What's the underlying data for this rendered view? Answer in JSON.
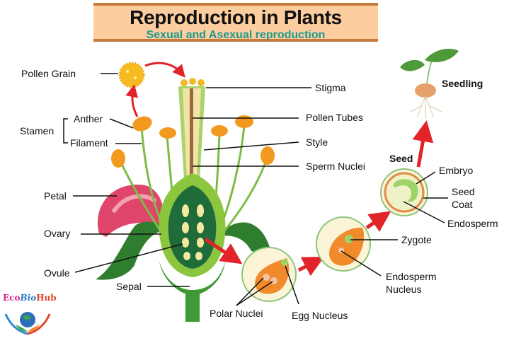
{
  "header": {
    "title": "Reproduction in Plants",
    "subtitle": "Sexual and Asexual reproduction"
  },
  "labels": {
    "pollen_grain": "Pollen Grain",
    "stamen": "Stamen",
    "anther": "Anther",
    "filament": "Filament",
    "petal": "Petal",
    "ovary": "Ovary",
    "ovule": "Ovule",
    "sepal": "Sepal",
    "stigma": "Stigma",
    "pollen_tubes": "Pollen Tubes",
    "style": "Style",
    "sperm_nuclei": "Sperm Nuclei",
    "polar_nuclei": "Polar Nuclei",
    "egg_nucleus": "Egg Nucleus",
    "zygote": "Zygote",
    "endosperm_nucleus_line1": "Endosperm",
    "endosperm_nucleus_line2": "Nucleus",
    "seed": "Seed",
    "embryo": "Embryo",
    "seed_coat_line1": "Seed",
    "seed_coat_line2": "Coat",
    "endosperm": "Endosperm",
    "seedling": "Seedling"
  },
  "logo": {
    "eco": "Eco",
    "bio": "Bio",
    "hub": "Hub"
  },
  "colors": {
    "banner_bg": "#fbcd9f",
    "banner_border": "#c77a3c",
    "subtitle": "#1c9a8c",
    "arrow_red": "#e2232a",
    "leaf_green": "#5aa03a",
    "dark_green": "#1f6b3a",
    "anther_orange": "#f29a1f",
    "petal_pink": "#e0456b"
  }
}
